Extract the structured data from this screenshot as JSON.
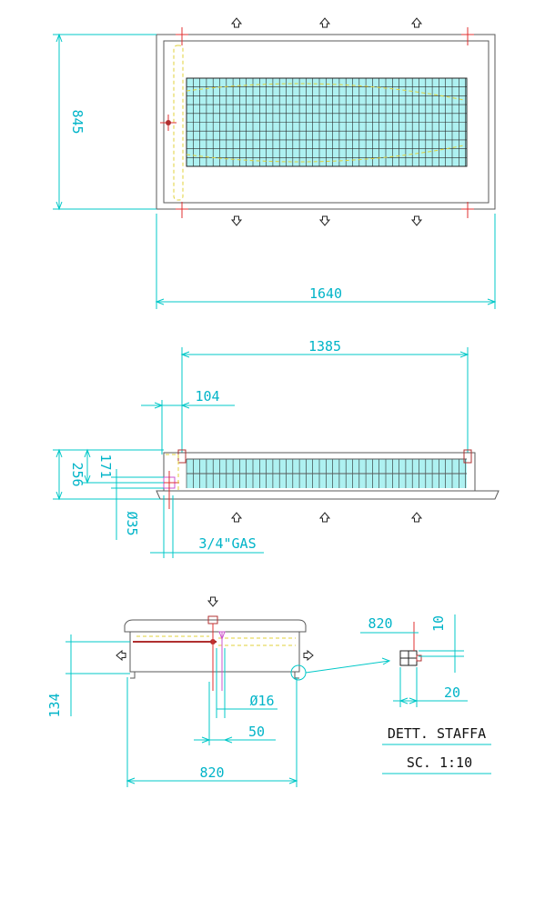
{
  "colors": {
    "dimension": "#00c8c8",
    "outline": "#5a5a5a",
    "coil": "#aef1f1",
    "hidden": "#e0d23a",
    "center": "#e03030",
    "pipe": "#b03030",
    "connector": "#cc55cc"
  },
  "top_view": {
    "width_label": "1640",
    "depth_label": "845"
  },
  "side_view": {
    "coil_length_label": "1385",
    "offset_label": "104",
    "height_label": "256",
    "connection_height_label": "171",
    "diameter_label": "Ø35",
    "thread_label": "3/4\"GAS"
  },
  "front_view": {
    "height_label": "134",
    "drain_diameter_label": "Ø16",
    "drain_offset_label": "50",
    "width_label": "820"
  },
  "bracket_detail": {
    "distance_label": "820",
    "height_label": "10",
    "width_label": "20",
    "title": "DETT. STAFFA",
    "scale": "SC. 1:10"
  },
  "icons": [
    "airflow-arrow-up-icon",
    "airflow-arrow-down-icon",
    "center-mark-icon"
  ]
}
